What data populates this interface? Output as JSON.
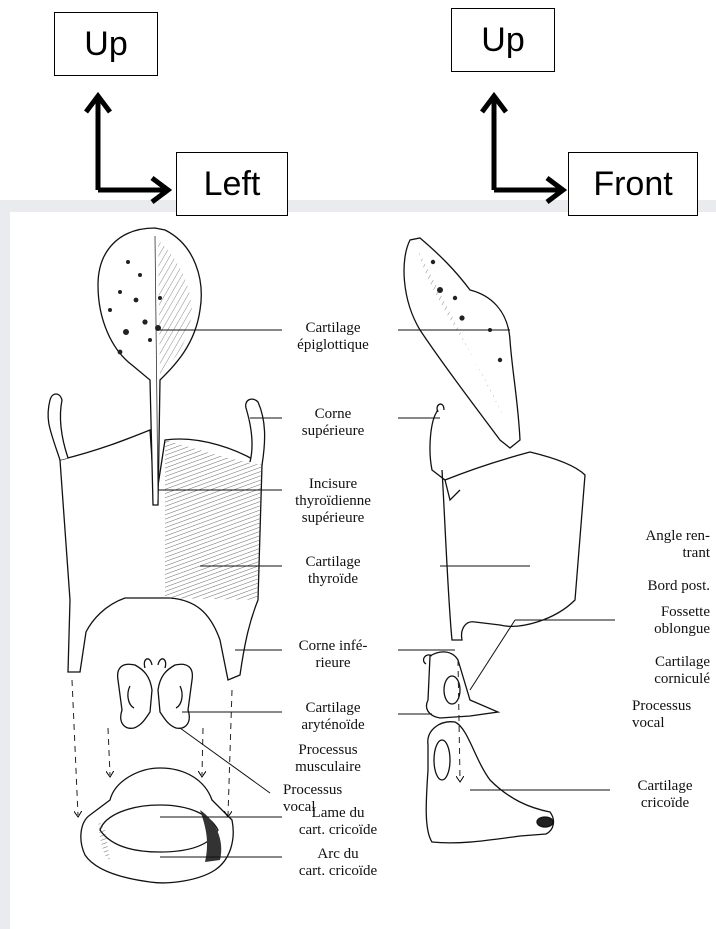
{
  "orientation": {
    "front_view": {
      "vertical": "Up",
      "horizontal": "Left"
    },
    "side_view": {
      "vertical": "Up",
      "horizontal": "Front"
    }
  },
  "labels_front": {
    "epiglottis": [
      "Cartilage",
      "épiglottique"
    ],
    "superior_horn": [
      "Corne",
      "supérieure"
    ],
    "thyroid_notch": [
      "Incisure",
      "thyroïdienne",
      "supérieure"
    ],
    "thyroid": [
      "Cartilage",
      "thyroïde"
    ],
    "inferior_horn": [
      "Corne infé-",
      "rieure"
    ],
    "arytenoid": [
      "Cartilage",
      "aryténoïde"
    ],
    "muscular_process": [
      "Processus",
      "musculaire"
    ],
    "vocal_process": [
      "Processus",
      "vocal"
    ],
    "cricoid_lamina": [
      "Lame du",
      "cart. cricoïde"
    ],
    "cricoid_arch": [
      "Arc du",
      "cart. cricoïde"
    ]
  },
  "labels_side": {
    "reentrant_angle": [
      "Angle ren-",
      "trant"
    ],
    "posterior_border": [
      "Bord post."
    ],
    "oblong_fossa": [
      "Fossette",
      "oblongue"
    ],
    "corniculate": [
      "Cartilage",
      "corniculé"
    ],
    "vocal_process": [
      "Processus",
      "vocal"
    ],
    "cricoid": [
      "Cartilage",
      "cricoïde"
    ]
  },
  "colors": {
    "line": "#111111",
    "shadow_panel": "#e6e8ec"
  }
}
